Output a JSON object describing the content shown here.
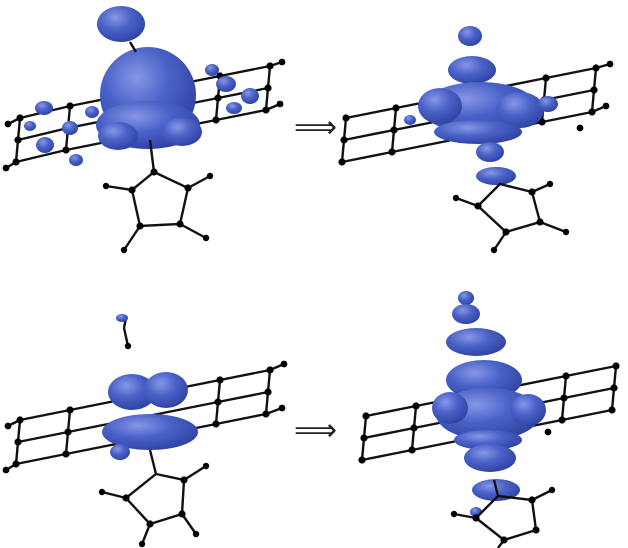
{
  "figure": {
    "panels": [
      {
        "row": "top",
        "column": "left",
        "state": "initial"
      },
      {
        "row": "top",
        "column": "right",
        "state": "final"
      },
      {
        "row": "bottom",
        "column": "left",
        "state": "initial"
      },
      {
        "row": "bottom",
        "column": "right",
        "state": "final"
      }
    ],
    "arrows": [
      {
        "symbol": "⟹"
      },
      {
        "symbol": "⟹"
      }
    ],
    "colors": {
      "isosurface": "#4a62c8",
      "isosurface_dark": "#2c3f9e",
      "bond": "#111111",
      "atom": "#000000",
      "background": "#ffffff"
    }
  }
}
